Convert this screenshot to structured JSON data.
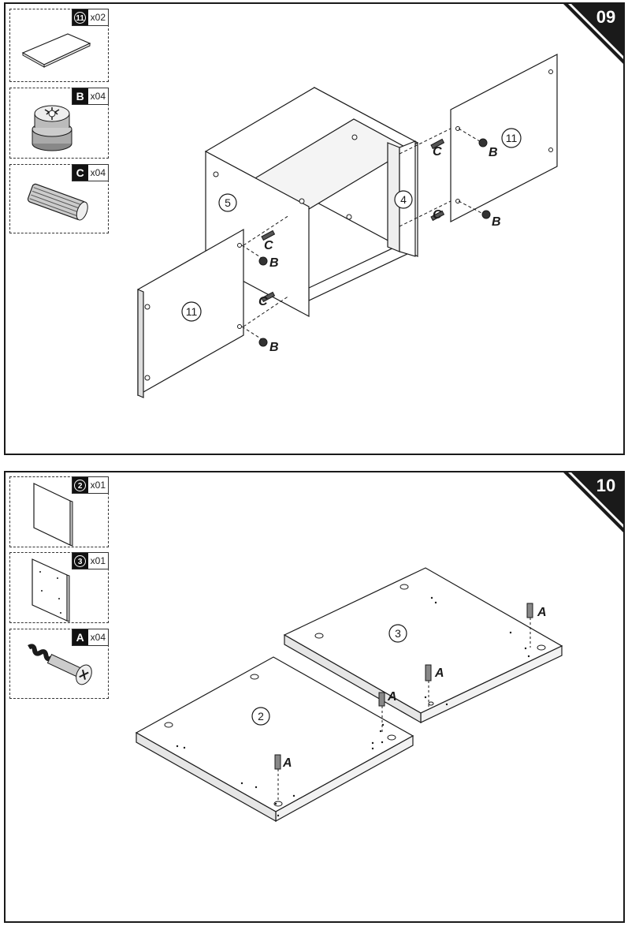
{
  "steps": [
    {
      "number": "09",
      "parts": [
        {
          "id": "11",
          "id_style": "circle",
          "qty": "x02",
          "icon": "panel-icon"
        },
        {
          "id": "B",
          "id_style": "square",
          "qty": "x04",
          "icon": "cam-lock-icon"
        },
        {
          "id": "C",
          "id_style": "square",
          "qty": "x04",
          "icon": "wooden-dowel-icon"
        }
      ],
      "panel_labels": {
        "side_panel": "5",
        "back_panel": "4",
        "door_left": "11",
        "door_right": "11"
      },
      "callouts": {
        "cam": "B",
        "dowel": "C"
      }
    },
    {
      "number": "10",
      "parts": [
        {
          "id": "2",
          "id_style": "circle",
          "qty": "x01",
          "icon": "panel-icon"
        },
        {
          "id": "3",
          "id_style": "circle",
          "qty": "x01",
          "icon": "panel-icon"
        },
        {
          "id": "A",
          "id_style": "square",
          "qty": "x04",
          "icon": "cam-bolt-icon"
        }
      ],
      "panel_labels": {
        "left_board": "2",
        "right_board": "3"
      },
      "callouts": {
        "bolt": "A"
      }
    }
  ],
  "colors": {
    "line": "#1a1a1a",
    "background": "#ffffff",
    "badge": "#111111"
  }
}
